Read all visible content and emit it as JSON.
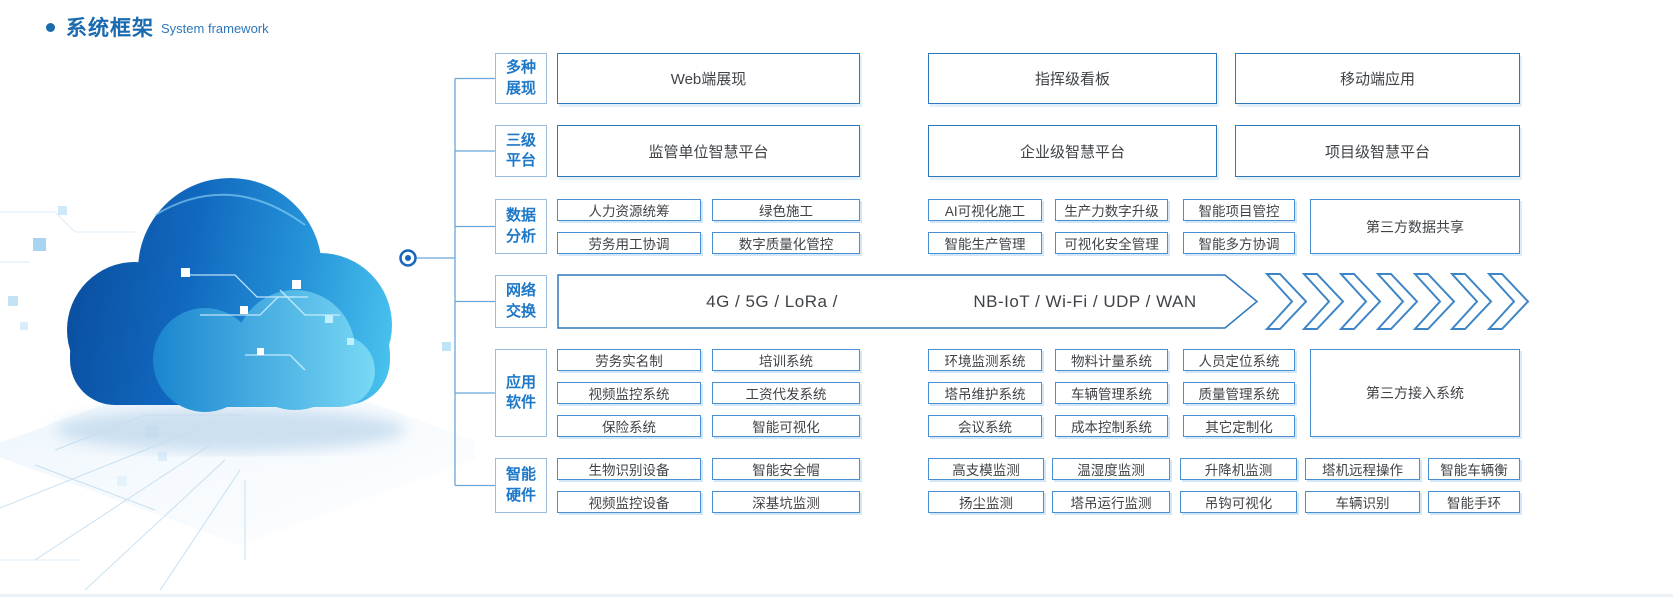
{
  "accent": "#2e78bb",
  "label_color": "#1e78c8",
  "title": {
    "zh": "系统框架",
    "en": "System framework"
  },
  "rows": [
    {
      "label": [
        "多种",
        "展现"
      ],
      "boxes": [
        "Web端展现",
        "指挥级看板",
        "移动端应用"
      ]
    },
    {
      "label": [
        "三级",
        "平台"
      ],
      "boxes": [
        "监管单位智慧平台",
        "企业级智慧平台",
        "项目级智慧平台"
      ]
    },
    {
      "label": [
        "数据",
        "分析"
      ],
      "a": [
        [
          "人力资源统筹",
          "绿色施工"
        ],
        [
          "劳务用工协调",
          "数字质量化管控"
        ]
      ],
      "b": [
        [
          "AI可视化施工",
          "生产力数字升级",
          "智能项目管控"
        ],
        [
          "智能生产管理",
          "可视化安全管理",
          "智能多方协调"
        ]
      ],
      "tall": "第三方数据共享"
    },
    {
      "label": [
        "网络",
        "交换"
      ],
      "banner": [
        "4G / 5G / LoRa /",
        "NB-IoT / Wi-Fi / UDP / WAN"
      ]
    },
    {
      "label": [
        "应用",
        "软件"
      ],
      "a": [
        [
          "劳务实名制",
          "培训系统"
        ],
        [
          "视频监控系统",
          "工资代发系统"
        ],
        [
          "保险系统",
          "智能可视化"
        ]
      ],
      "b": [
        [
          "环境监测系统",
          "物料计量系统",
          "人员定位系统"
        ],
        [
          "塔吊维护系统",
          "车辆管理系统",
          "质量管理系统"
        ],
        [
          "会议系统",
          "成本控制系统",
          "其它定制化"
        ]
      ],
      "tall": "第三方接入系统"
    },
    {
      "label": [
        "智能",
        "硬件"
      ],
      "a": [
        [
          "生物识别设备",
          "智能安全帽"
        ],
        [
          "视频监控设备",
          "深基坑监测"
        ]
      ],
      "b": [
        [
          "高支模监测",
          "温湿度监测",
          "升降机监测",
          "塔机远程操作",
          "智能车辆衡"
        ],
        [
          "扬尘监测",
          "塔吊运行监测",
          "吊钩可视化",
          "车辆识别",
          "智能手环"
        ]
      ]
    }
  ]
}
